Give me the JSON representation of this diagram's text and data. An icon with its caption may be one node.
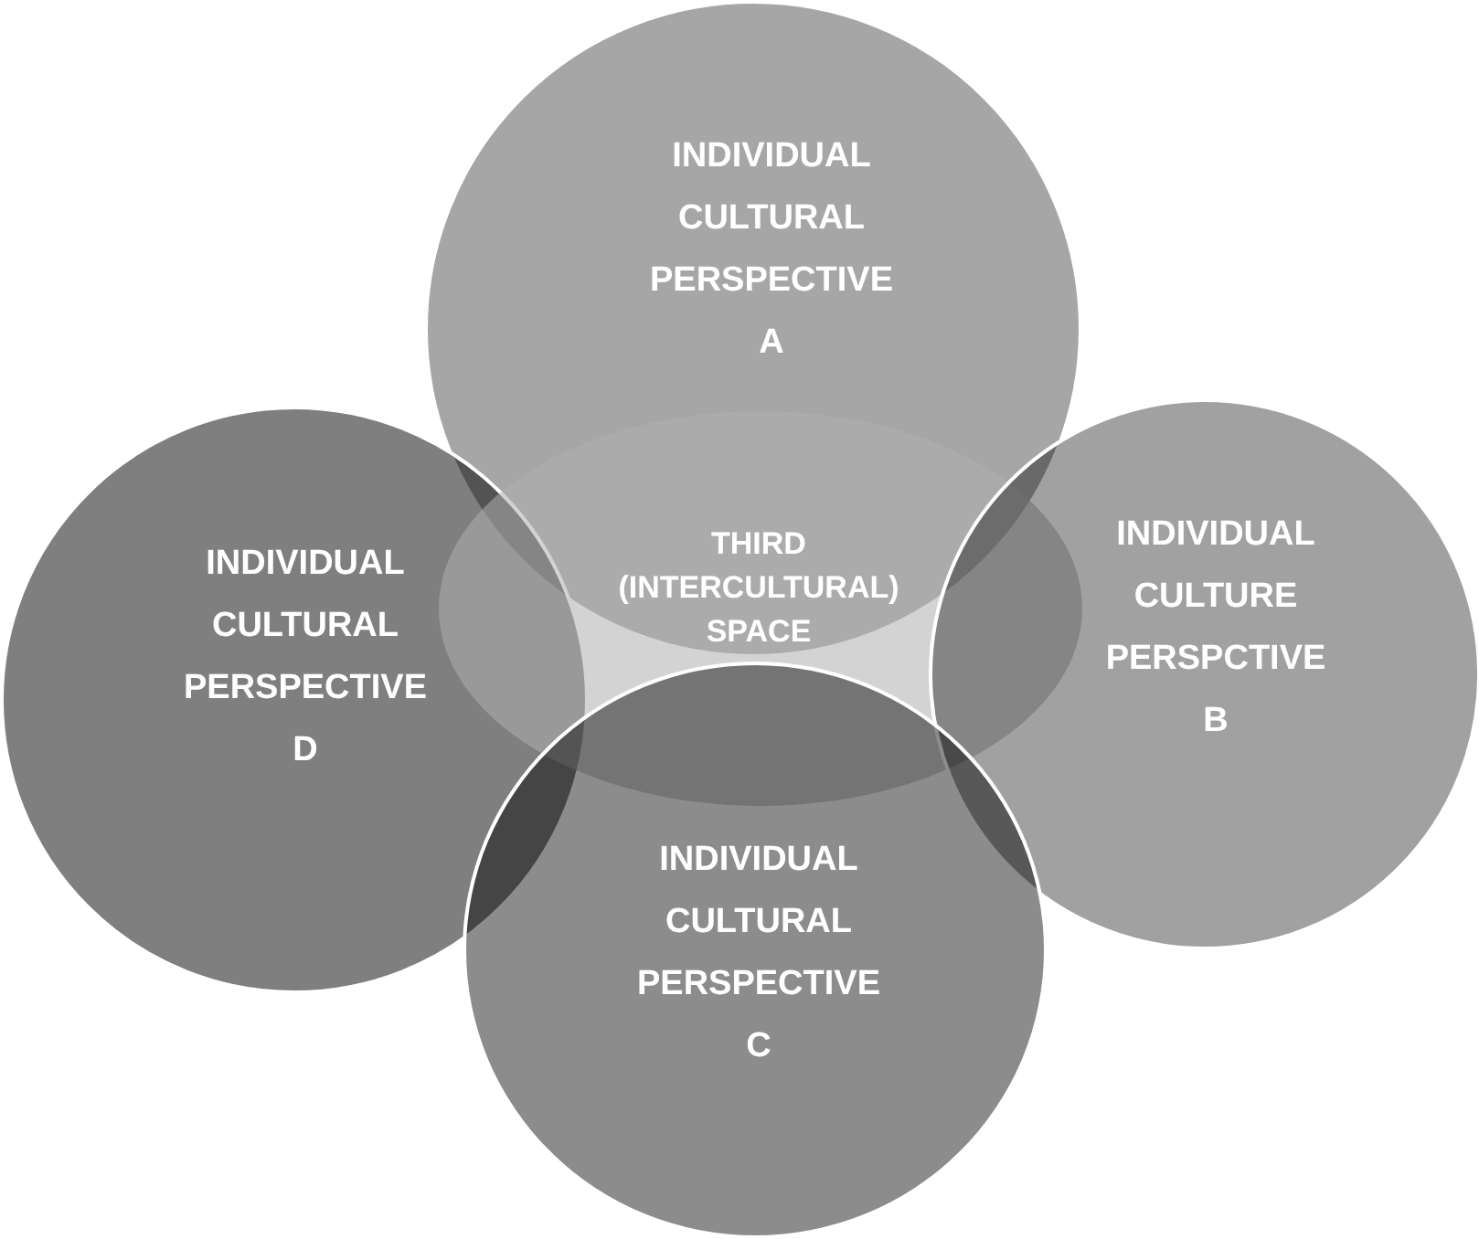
{
  "diagram": {
    "nodes": [
      {
        "text": [
          "INDIVIDUAL CULTURAL PERSPECTIVE A"
        ]
      },
      {
        "text": [
          "INDIVIDUAL CULTURAL PERSPECTIVE D"
        ]
      },
      {
        "text": [
          "THIRD (INTERCULTURAL) SPACE"
        ]
      },
      {
        "text": [
          "INDIVIDUAL CULTURE PERSPCTIVE B"
        ]
      },
      {
        "text": [
          "INDIVIDUAL CULTURAL PERSPECTIVE C"
        ]
      }
    ]
  }
}
